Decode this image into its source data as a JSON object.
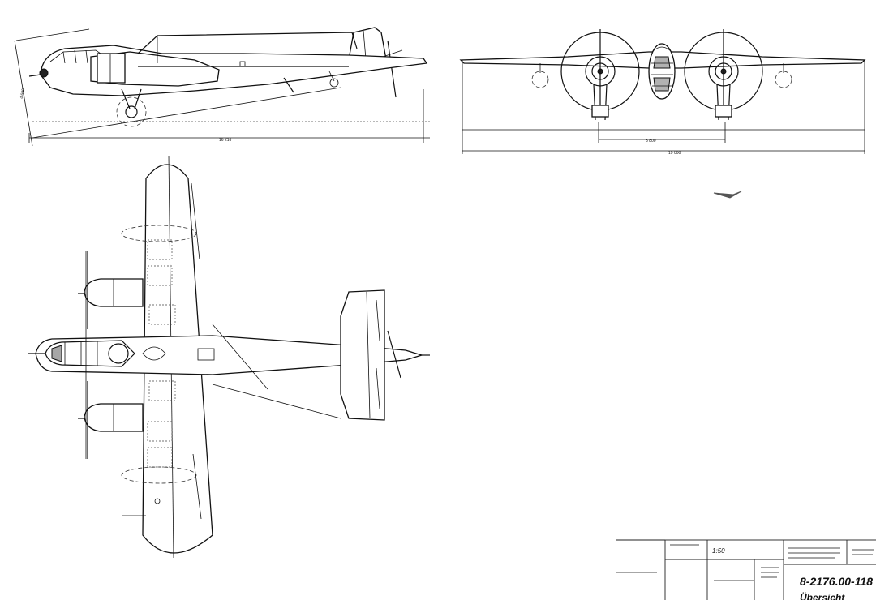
{
  "side_view": {
    "dim_length": "16 216",
    "dim_height": "4 690"
  },
  "front_view": {
    "dim_track": "3 800",
    "dim_span": "19 000"
  },
  "title_block": {
    "scale": "1:50",
    "drawing_number": "8-2176.00-118",
    "drawing_title": "Übersicht"
  }
}
